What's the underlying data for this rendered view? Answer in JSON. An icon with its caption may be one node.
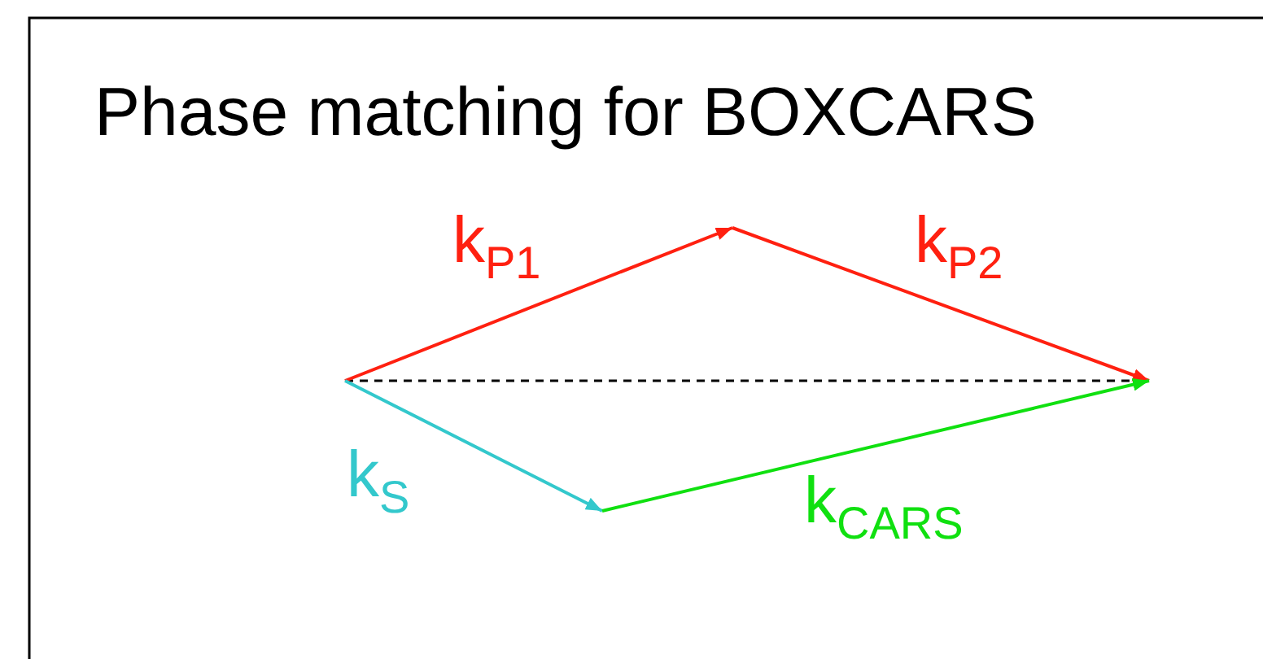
{
  "diagram": {
    "title": "Phase matching for BOXCARS",
    "labels": [
      "k$_{P1}$",
      "k$_{P2}$",
      "k$_{S}$",
      "k$_{CARS}$"
    ]
  }
}
